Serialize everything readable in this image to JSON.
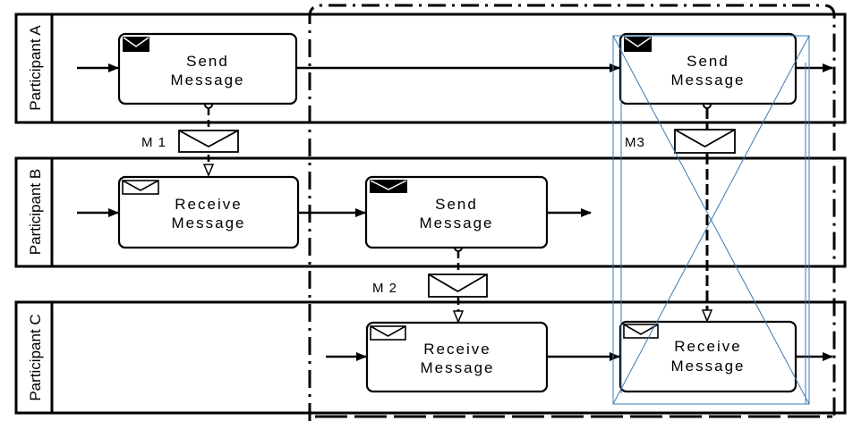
{
  "pools": [
    {
      "id": "A",
      "label": "Participant A"
    },
    {
      "id": "B",
      "label": "Participant B"
    },
    {
      "id": "C",
      "label": "Participant C"
    }
  ],
  "tasks": {
    "a_send_1": {
      "line1": "Send",
      "line2": "Message",
      "icon": "envelope-filled-icon"
    },
    "a_send_2": {
      "line1": "Send",
      "line2": "Message",
      "icon": "envelope-filled-icon"
    },
    "b_receive": {
      "line1": "Receive",
      "line2": "Message",
      "icon": "envelope-outline-icon"
    },
    "b_send": {
      "line1": "Send",
      "line2": "Message",
      "icon": "envelope-filled-icon"
    },
    "c_receive_1": {
      "line1": "Receive",
      "line2": "Message",
      "icon": "envelope-outline-icon"
    },
    "c_receive_2": {
      "line1": "Receive",
      "line2": "Message",
      "icon": "envelope-outline-icon"
    }
  },
  "messages": {
    "m1": "M 1",
    "m2": "M 2",
    "m3": "M3"
  },
  "colors": {
    "line": "#000000",
    "cross_overlay": "#3a78b5",
    "background": "#ffffff"
  }
}
